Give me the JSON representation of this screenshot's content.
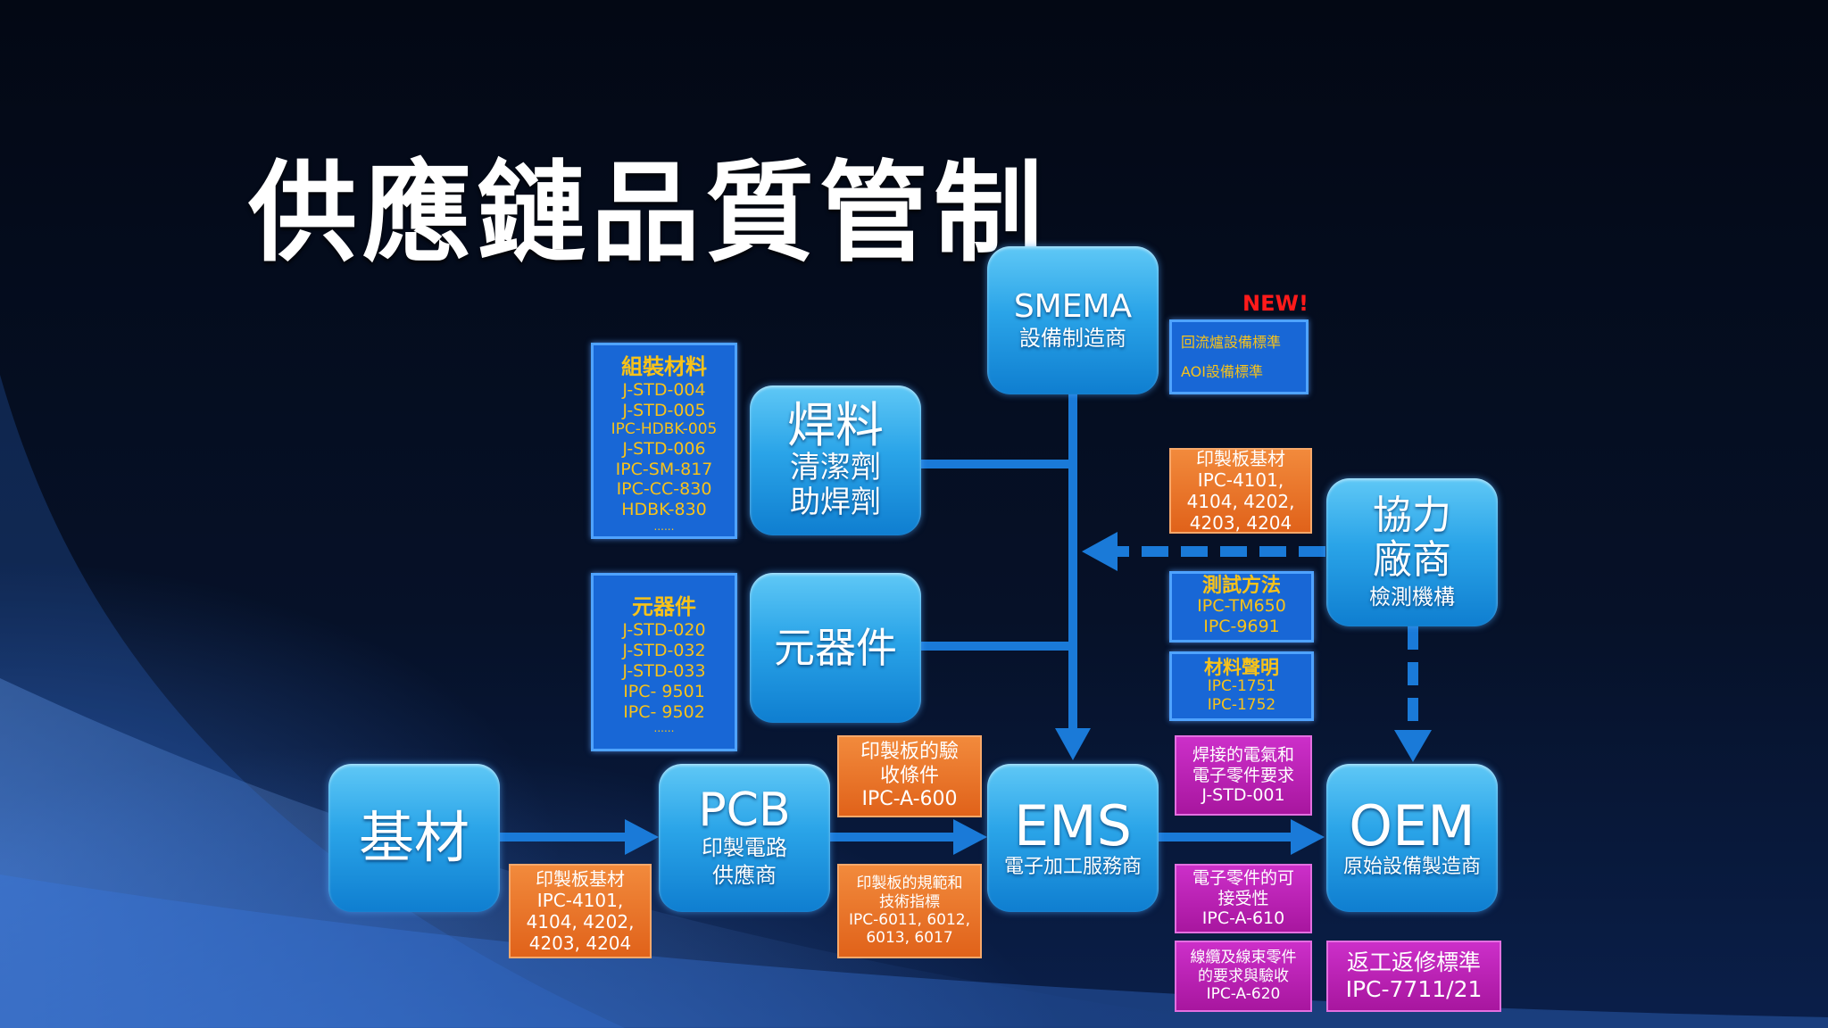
{
  "title": "供應鏈品質管制",
  "nodes": {
    "smema": {
      "name": "SMEMA",
      "sub": "設備制造商"
    },
    "solder": {
      "name": "焊料",
      "sub1": "清潔劑",
      "sub2": "助焊劑"
    },
    "components": {
      "name": "元器件"
    },
    "substrate": {
      "name": "基材"
    },
    "pcb": {
      "name": "PCB",
      "sub1": "印製電路",
      "sub2": "供應商"
    },
    "ems": {
      "name": "EMS",
      "sub": "電子加工服務商"
    },
    "oem": {
      "name": "OEM",
      "sub": "原始設備製造商"
    },
    "partner": {
      "name1": "協力",
      "name2": "廠商",
      "sub": "檢測機構"
    }
  },
  "assembly_materials": {
    "heading": "組裝材料",
    "items": [
      "J-STD-004",
      "J-STD-005",
      "IPC-HDBK-005",
      "J-STD-006",
      "IPC-SM-817",
      "IPC-CC-830",
      "HDBK-830",
      "......"
    ]
  },
  "components_box": {
    "heading": "元器件",
    "items": [
      "J-STD-020",
      "J-STD-032",
      "J-STD-033",
      "IPC- 9501",
      "IPC- 9502",
      "......"
    ]
  },
  "equipment_box": {
    "new_label": "NEW!",
    "items": [
      "回流爐設備標準",
      "AOI設備標準"
    ]
  },
  "test_methods": {
    "heading": "測試方法",
    "items": [
      "IPC-TM650",
      "IPC-9691"
    ]
  },
  "material_decl": {
    "heading": "材料聲明",
    "items": [
      "IPC-1751",
      "IPC-1752"
    ]
  },
  "orange_boxes": {
    "pcb_substrate_top": [
      "印製板基材",
      "IPC-4101,",
      "4104, 4202,",
      "4203, 4204"
    ],
    "pcb_substrate_bottom": [
      "印製板基材",
      "IPC-4101,",
      "4104, 4202,",
      "4203, 4204"
    ],
    "pcb_acceptance": [
      "印製板的驗",
      "收條件",
      "IPC-A-600"
    ],
    "pcb_specs": [
      "印製板的規範和",
      "技術指標",
      "IPC-6011, 6012,",
      "6013, 6017"
    ]
  },
  "pink_boxes": {
    "solder_req": [
      "焊接的電氣和",
      "電子零件要求",
      "J-STD-001"
    ],
    "acceptability": [
      "電子零件的可",
      "接受性",
      "IPC-A-610"
    ],
    "cable": [
      "線纜及線束零件",
      "的要求與驗收",
      "IPC-A-620"
    ],
    "rework": [
      "返工返修標準",
      "IPC-7711/21"
    ]
  },
  "colors": {
    "node_blue": "#2aa4e8",
    "arrow_blue": "#1a7ad8",
    "standard_yellow": "#f7c21a",
    "orange": "#e0621a",
    "magenta": "#a8169f",
    "new_red": "#ff1a1a"
  }
}
